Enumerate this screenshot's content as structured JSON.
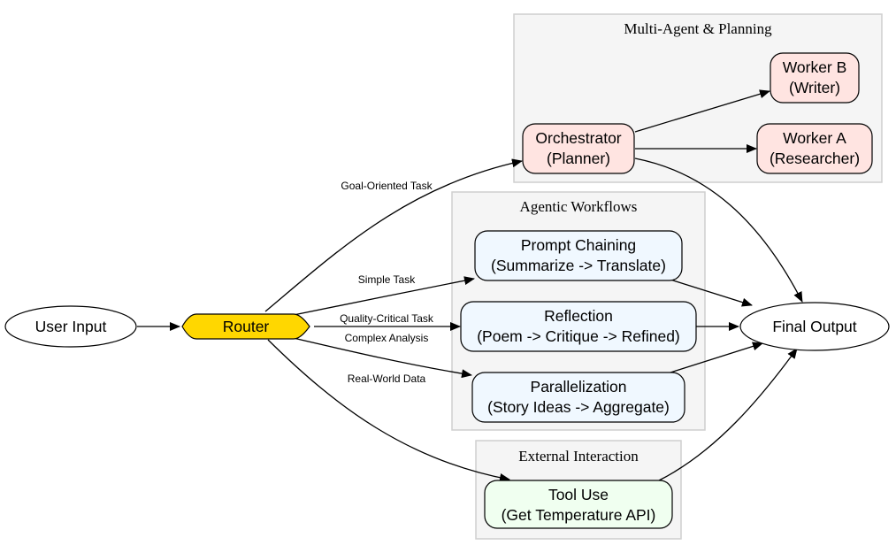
{
  "colors": {
    "cluster_fill": "#f5f5f5",
    "cluster_border": "#cfcfcf",
    "router_fill": "#ffd700",
    "multi_agent_node_fill": "#ffe4e1",
    "workflow_node_fill": "#f0f8ff",
    "tool_node_fill": "#f0fff0",
    "io_node_fill": "#ffffff"
  },
  "clusters": {
    "multi_agent": {
      "title": "Multi-Agent & Planning"
    },
    "workflows": {
      "title": "Agentic Workflows"
    },
    "external": {
      "title": "External Interaction"
    }
  },
  "nodes": {
    "user_input": {
      "label": "User Input"
    },
    "router": {
      "label": "Router"
    },
    "orchestrator": {
      "line1": "Orchestrator",
      "line2": "(Planner)"
    },
    "worker_b": {
      "line1": "Worker B",
      "line2": "(Writer)"
    },
    "worker_a": {
      "line1": "Worker A",
      "line2": "(Researcher)"
    },
    "prompt_chaining": {
      "line1": "Prompt Chaining",
      "line2": "(Summarize -> Translate)"
    },
    "reflection": {
      "line1": "Reflection",
      "line2": "(Poem -> Critique -> Refined)"
    },
    "parallelization": {
      "line1": "Parallelization",
      "line2": "(Story Ideas -> Aggregate)"
    },
    "tool_use": {
      "line1": "Tool Use",
      "line2": "(Get Temperature API)"
    },
    "final_output": {
      "label": "Final Output"
    }
  },
  "edges": {
    "goal_oriented": "Goal-Oriented Task",
    "simple": "Simple Task",
    "quality_critical": "Quality-Critical Task",
    "complex": "Complex Analysis",
    "real_world": "Real-World Data"
  }
}
